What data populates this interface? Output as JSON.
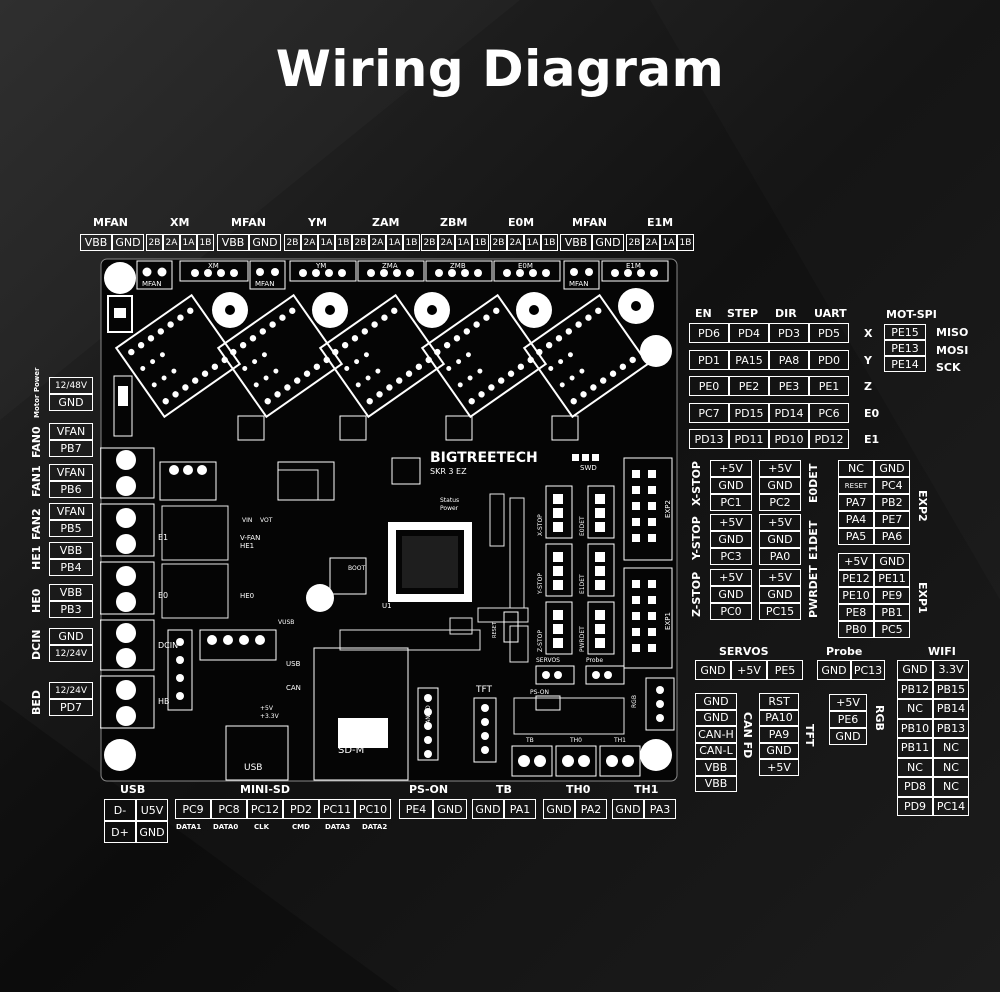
{
  "title": "Wiring Diagram",
  "board": {
    "brand": "BIGTREETECH",
    "model": "SKR 3 EZ",
    "silk": {
      "top_connectors": [
        "MFAN",
        "XM",
        "MFAN",
        "YM",
        "ZMA",
        "ZMB",
        "E0M",
        "MFAN",
        "E1M"
      ],
      "usb": "USB",
      "sdm": "SD-M",
      "can": "CAN",
      "canfd": "CAN FD",
      "tft": "TFT",
      "servos": "SERVOS",
      "probe": "Probe",
      "rgb": "RGB",
      "swd": "SWD",
      "status": "Status",
      "power": "Power",
      "boot": "BOOT",
      "reset": "RESET",
      "u1": "U1",
      "exp1": "EXP1",
      "exp2": "EXP2",
      "xstop": "X-STOP",
      "ystop": "Y-STOP",
      "zstop": "Z-STOP",
      "e0det": "E0DET",
      "e1det": "E1DET",
      "pwrdet": "PWRDET",
      "tb": "TB",
      "th0": "TH0",
      "th1": "TH1",
      "pson": "PS-ON",
      "dcin": "DCIN",
      "hb": "HB",
      "e0": "E0",
      "e1": "E1",
      "vfan": "V-FAN",
      "vin": "VIN",
      "vot": "VOT",
      "he0": "HE0",
      "he1": "HE1",
      "plus5v": "+5V",
      "plus3v3": "+3.3V",
      "vusb": "VUSB"
    }
  },
  "top_labels": [
    "MFAN",
    "XM",
    "MFAN",
    "YM",
    "ZAM",
    "ZBM",
    "E0M",
    "MFAN",
    "E1M"
  ],
  "top_pins": [
    [
      "VBB",
      "GND"
    ],
    [
      "2B",
      "2A",
      "1A",
      "1B"
    ],
    [
      "VBB",
      "GND"
    ],
    [
      "2B",
      "2A",
      "1A",
      "1B"
    ],
    [
      "2B",
      "2A",
      "1A",
      "1B"
    ],
    [
      "2B",
      "2A",
      "1A",
      "1B"
    ],
    [
      "2B",
      "2A",
      "1A",
      "1B"
    ],
    [
      "VBB",
      "GND"
    ],
    [
      "2B",
      "2A",
      "1A",
      "1B"
    ]
  ],
  "left": {
    "motor_power": "Motor Power",
    "motor_power_pins": [
      "12/48V",
      "GND"
    ],
    "rows": [
      {
        "label": "FAN0",
        "pins": [
          "VFAN",
          "PB7"
        ]
      },
      {
        "label": "FAN1",
        "pins": [
          "VFAN",
          "PB6"
        ]
      },
      {
        "label": "FAN2",
        "pins": [
          "VFAN",
          "PB5"
        ]
      },
      {
        "label": "HE1",
        "pins": [
          "VBB",
          "PB4"
        ]
      },
      {
        "label": "HE0",
        "pins": [
          "VBB",
          "PB3"
        ]
      },
      {
        "label": "DCIN",
        "pins": [
          "GND",
          "12/24V"
        ]
      },
      {
        "label": "BED",
        "pins": [
          "12/24V",
          "PD7"
        ]
      }
    ]
  },
  "drivers": {
    "headers": [
      "EN",
      "STEP",
      "DIR",
      "UART"
    ],
    "rows": [
      {
        "axis": "X",
        "pins": [
          "PD6",
          "PD4",
          "PD3",
          "PD5"
        ]
      },
      {
        "axis": "Y",
        "pins": [
          "PD1",
          "PA15",
          "PA8",
          "PD0"
        ]
      },
      {
        "axis": "Z",
        "pins": [
          "PE0",
          "PE2",
          "PE3",
          "PE1"
        ]
      },
      {
        "axis": "E0",
        "pins": [
          "PC7",
          "PD15",
          "PD14",
          "PC6"
        ]
      },
      {
        "axis": "E1",
        "pins": [
          "PD13",
          "PD11",
          "PD10",
          "PD12"
        ]
      }
    ]
  },
  "motspi": {
    "title": "MOT-SPI",
    "pins": [
      "PE15",
      "PE13",
      "PE14"
    ],
    "names": [
      "MISO",
      "MOSI",
      "SCK"
    ]
  },
  "endstops": {
    "left_col": [
      {
        "label": "X-STOP",
        "pins": [
          "+5V",
          "GND",
          "PC1"
        ]
      },
      {
        "label": "Y-STOP",
        "pins": [
          "+5V",
          "GND",
          "PC3"
        ]
      },
      {
        "label": "Z-STOP",
        "pins": [
          "+5V",
          "GND",
          "PC0"
        ]
      }
    ],
    "right_col": [
      {
        "label": "E0DET",
        "pins": [
          "+5V",
          "GND",
          "PC2"
        ]
      },
      {
        "label": "E1DET",
        "pins": [
          "+5V",
          "GND",
          "PA0"
        ]
      },
      {
        "label": "PWRDET",
        "pins": [
          "+5V",
          "GND",
          "PC15"
        ]
      }
    ]
  },
  "exp2": {
    "label": "EXP2",
    "grid": [
      [
        "NC",
        "GND"
      ],
      [
        "RESET",
        "PC4"
      ],
      [
        "PA7",
        "PB2"
      ],
      [
        "PA4",
        "PE7"
      ],
      [
        "PA5",
        "PA6"
      ]
    ]
  },
  "exp1": {
    "label": "EXP1",
    "grid": [
      [
        "+5V",
        "GND"
      ],
      [
        "PE12",
        "PE11"
      ],
      [
        "PE10",
        "PE9"
      ],
      [
        "PE8",
        "PB1"
      ],
      [
        "PB0",
        "PC5"
      ]
    ]
  },
  "servos": {
    "label": "SERVOS",
    "pins": [
      "GND",
      "+5V",
      "PE5"
    ]
  },
  "probe": {
    "label": "Probe",
    "pins": [
      "GND",
      "PC13"
    ]
  },
  "canfd": {
    "label": "CAN FD",
    "pins": [
      "GND",
      "GND",
      "CAN-H",
      "CAN-L",
      "VBB",
      "VBB"
    ]
  },
  "tft": {
    "label": "TFT",
    "pins": [
      "RST",
      "PA10",
      "PA9",
      "GND",
      "+5V"
    ]
  },
  "rgb": {
    "label": "RGB",
    "pins": [
      "+5V",
      "PE6",
      "GND"
    ]
  },
  "wifi": {
    "label": "WIFI",
    "grid": [
      [
        "GND",
        "3.3V"
      ],
      [
        "PB12",
        "PB15"
      ],
      [
        "NC",
        "PB14"
      ],
      [
        "PB10",
        "PB13"
      ],
      [
        "PB11",
        "NC"
      ],
      [
        "NC",
        "NC"
      ],
      [
        "PD8",
        "NC"
      ],
      [
        "PD9",
        "PC14"
      ]
    ]
  },
  "bottom": {
    "usb": {
      "label": "USB",
      "grid": [
        [
          "D-",
          "U5V"
        ],
        [
          "D+",
          "GND"
        ]
      ]
    },
    "minisd": {
      "label": "MINI-SD",
      "pins": [
        "PC9",
        "PC8",
        "PC12",
        "PD2",
        "PC11",
        "PC10"
      ],
      "subs": [
        "DATA1",
        "DATA0",
        "CLK",
        "CMD",
        "DATA3",
        "DATA2"
      ]
    },
    "pson": {
      "label": "PS-ON",
      "pins": [
        "PE4",
        "GND"
      ]
    },
    "tb": {
      "label": "TB",
      "pins": [
        "GND",
        "PA1"
      ]
    },
    "th0": {
      "label": "TH0",
      "pins": [
        "GND",
        "PA2"
      ]
    },
    "th1": {
      "label": "TH1",
      "pins": [
        "GND",
        "PA3"
      ]
    }
  }
}
